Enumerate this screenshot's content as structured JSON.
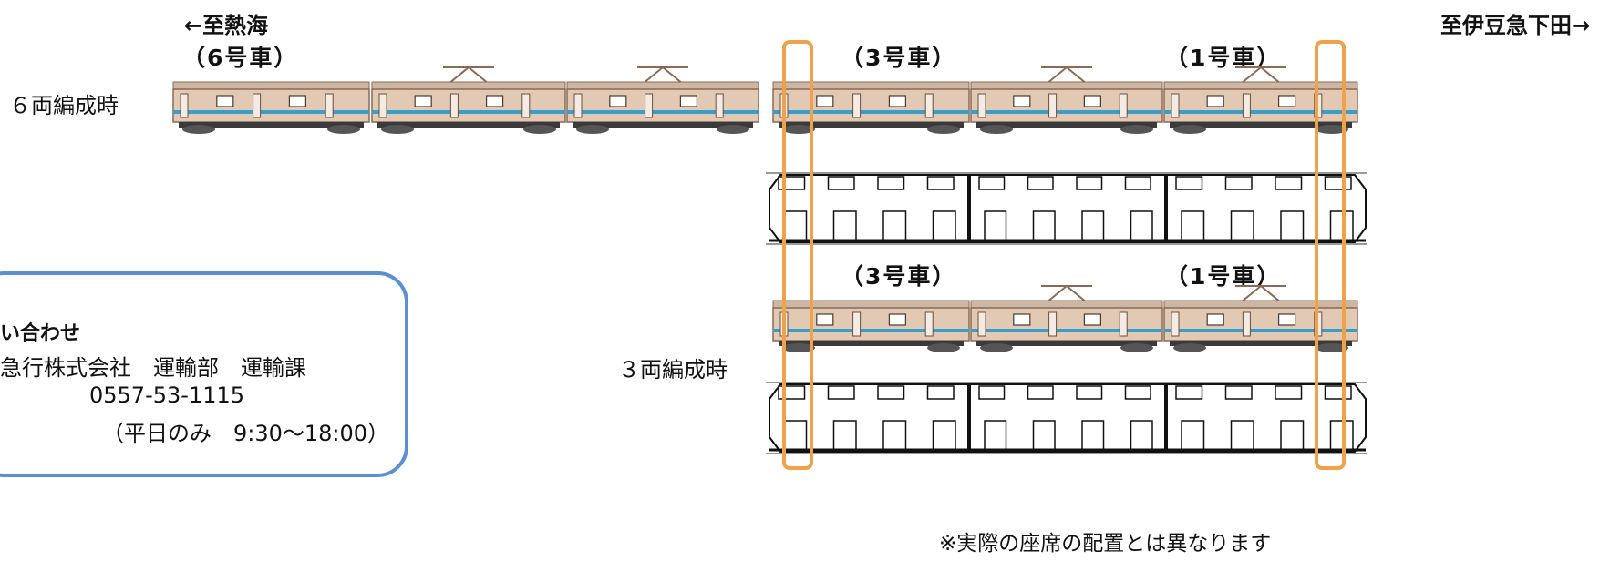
{
  "directions": {
    "left": "←至熱海",
    "right": "至伊豆急下田→"
  },
  "car_labels": {
    "car6": "（6号車）",
    "car3_top": "（3号車）",
    "car1_top": "（1号車）",
    "car3_bottom": "（3号車）",
    "car1_bottom": "（1号車）"
  },
  "formations": {
    "six_car": "６両編成時",
    "three_car": "３両編成時"
  },
  "contact": {
    "title": "い合わせ",
    "org": "急行株式会社　運輸部　運輸課",
    "phone": "0557-53-1115",
    "hours": "（平日のみ　9:30～18:00）"
  },
  "note": "※実際の座席の配置とは異なります",
  "colors": {
    "highlight": "#f0a24a",
    "box_border": "#5b8fd0",
    "train_body": "#e2c9b4",
    "train_stripe": "#3a9ec9",
    "train_outline": "#8a6a55"
  }
}
